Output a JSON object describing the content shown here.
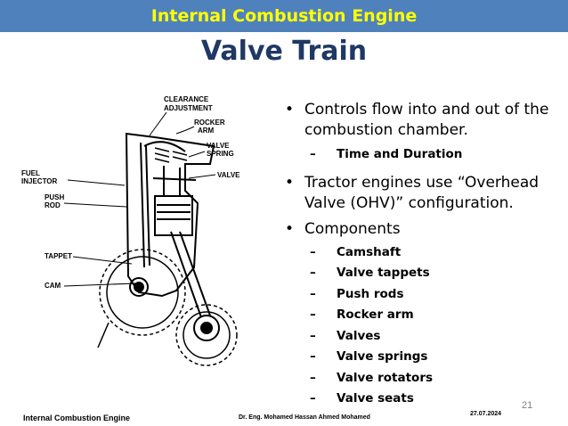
{
  "header": {
    "title": "Internal Combustion Engine"
  },
  "slide": {
    "title": "Valve Train"
  },
  "diagram": {
    "labels": {
      "clearance": [
        "CLEARANCE",
        "ADJUSTMENT"
      ],
      "rocker": [
        "ROCKER",
        "ARM"
      ],
      "spring": [
        "VALVE",
        "SPRING"
      ],
      "valve": "VALVE",
      "injector": [
        "FUEL",
        "INJECTOR"
      ],
      "pushrod": [
        "PUSH",
        "ROD"
      ],
      "tappet": "TAPPET",
      "cam": "CAM"
    }
  },
  "bullets": {
    "b1": "Controls flow into and out of the combustion chamber.",
    "b1_sub": "Time and Duration",
    "b2": "Tractor engines use “Overhead Valve (OHV)” configuration.",
    "b3": "Components",
    "components": [
      "Camshaft",
      "Valve tappets",
      "Push rods",
      "Rocker arm",
      "Valves",
      "Valve springs",
      "Valve rotators",
      "Valve seats"
    ]
  },
  "footer": {
    "left": "Internal Combustion Engine",
    "center": "Dr. Eng. Mohamed Hassan Ahmed Mohamed",
    "date": "27.07.2024",
    "page_number": "21"
  }
}
